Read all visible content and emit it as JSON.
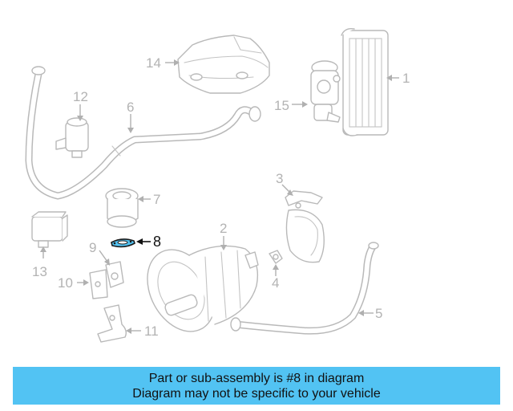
{
  "callouts": {
    "c1": "1",
    "c2": "2",
    "c3": "3",
    "c4": "4",
    "c5": "5",
    "c6": "6",
    "c7": "7",
    "c8": "8",
    "c9": "9",
    "c10": "10",
    "c11": "11",
    "c12": "12",
    "c13": "13",
    "c14": "14",
    "c15": "15"
  },
  "highlighted_part": "8",
  "colors": {
    "highlight": "#52c3f3",
    "banner_bg": "#52c3f3",
    "line_art": "#b9b9b9"
  },
  "banner": {
    "line1": "Part or sub-assembly is #8 in diagram",
    "line2": "Diagram may not be specific to your vehicle"
  }
}
